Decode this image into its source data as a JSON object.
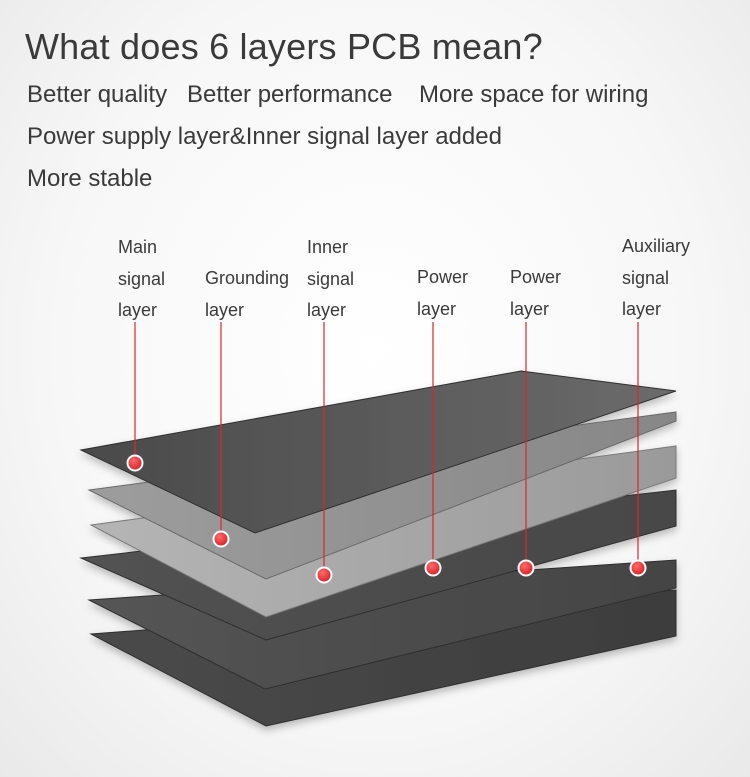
{
  "title": "What does 6 layers PCB mean?",
  "features": [
    "Better quality",
    "Better performance",
    "More space for wiring",
    "Power supply layer&Inner signal layer added",
    "More stable"
  ],
  "layers": [
    {
      "id": "main-signal",
      "lines": [
        "Main",
        "signal",
        "layer"
      ]
    },
    {
      "id": "grounding",
      "lines": [
        "Grounding",
        "layer"
      ]
    },
    {
      "id": "inner-signal",
      "lines": [
        "Inner",
        "signal",
        "layer"
      ]
    },
    {
      "id": "power-1",
      "lines": [
        "Power",
        "layer"
      ]
    },
    {
      "id": "power-2",
      "lines": [
        "Power",
        "layer"
      ]
    },
    {
      "id": "auxiliary-signal",
      "lines": [
        "Auxiliary",
        "signal",
        "layer"
      ]
    }
  ],
  "colors": {
    "marker": "#e3262b",
    "leader_line": "#d42a30",
    "text": "#3a3a3a"
  }
}
